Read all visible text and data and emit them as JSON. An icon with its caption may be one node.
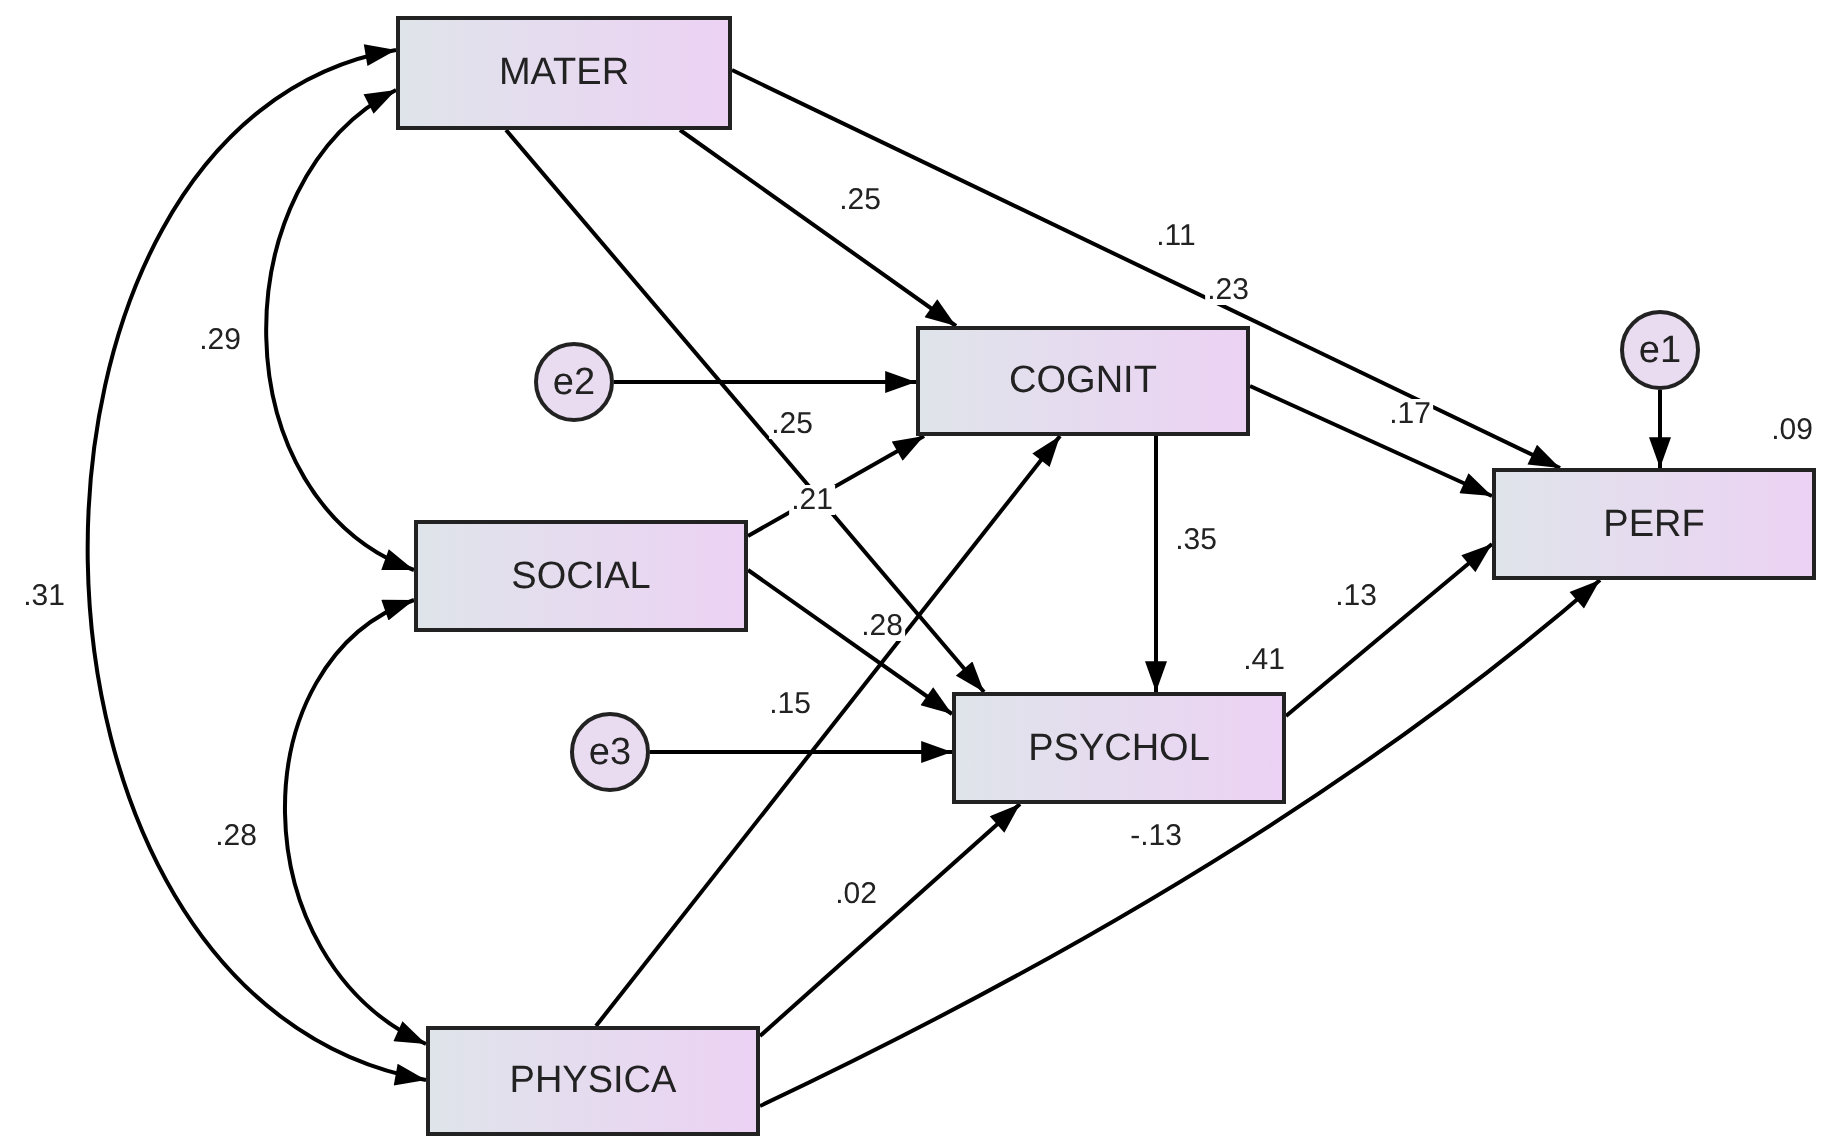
{
  "diagram": {
    "nodes": [
      {
        "text": [
          "MATER"
        ]
      },
      {
        "text": [
          "e2"
        ]
      },
      {
        "text": [
          "COGNIT"
        ],
        "beside": [
          ".23"
        ]
      },
      {
        "text": [
          "e1"
        ]
      },
      {
        "text": [
          "PERF"
        ],
        "beside": [
          ".09"
        ]
      },
      {
        "text": [
          "SOCIAL"
        ]
      },
      {
        "text": [
          "e3"
        ]
      },
      {
        "text": [
          "PSYCHOL"
        ],
        "beside": [
          ".41"
        ]
      },
      {
        "text": [
          "PHYSICA"
        ]
      }
    ],
    "edges": [
      {
        "from": 0,
        "to": 2,
        "arrow": "to",
        "label": ".25"
      },
      {
        "from": 0,
        "to": 4,
        "arrow": "to",
        "label": ".11"
      },
      {
        "from": 0,
        "to": 7,
        "arrow": "to",
        "label": ".25"
      },
      {
        "from": 1,
        "to": 2,
        "arrow": "to"
      },
      {
        "from": 5,
        "to": 2,
        "arrow": "to",
        "label": ".21"
      },
      {
        "from": 5,
        "to": 7,
        "arrow": "to",
        "label": ".15"
      },
      {
        "from": 6,
        "to": 7,
        "arrow": "to"
      },
      {
        "from": 8,
        "to": 2,
        "arrow": "to",
        "label": ".28"
      },
      {
        "from": 8,
        "to": 7,
        "arrow": "to",
        "label": ".02"
      },
      {
        "from": 8,
        "to": 4,
        "arrow": "to",
        "label": "-.13"
      },
      {
        "from": 2,
        "to": 7,
        "arrow": "to",
        "label": ".35"
      },
      {
        "from": 2,
        "to": 4,
        "arrow": "to",
        "label": ".17"
      },
      {
        "from": 7,
        "to": 4,
        "arrow": "to",
        "label": ".13"
      },
      {
        "from": 3,
        "to": 4,
        "arrow": "to"
      },
      {
        "from": 0,
        "to": 5,
        "arrow": "both",
        "label": ".29"
      },
      {
        "from": 0,
        "to": 8,
        "arrow": "both",
        "label": ".31"
      },
      {
        "from": 5,
        "to": 8,
        "arrow": "both",
        "label": ".28"
      }
    ]
  }
}
